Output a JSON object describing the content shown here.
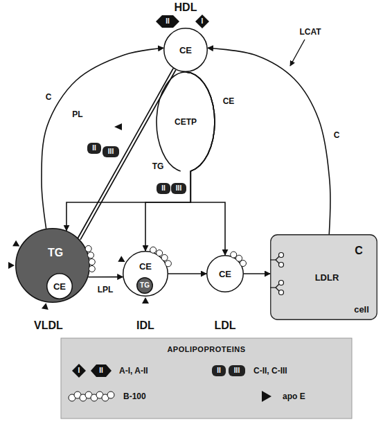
{
  "diagram": {
    "nodes": [
      {
        "text": [
          "HDL",
          "CE"
        ]
      },
      {
        "text": [
          "VLDL",
          "TG"
        ]
      },
      {
        "text": [
          "CE"
        ],
        "in": 1
      },
      {
        "text": [
          "IDL",
          "CE"
        ]
      },
      {
        "text": [
          "TG"
        ],
        "in": 3
      },
      {
        "text": [
          "LDL",
          "CE"
        ]
      },
      {
        "text": [
          "cell",
          "C",
          "LDLR"
        ]
      }
    ],
    "edges": [
      {
        "from": 1,
        "to": 3,
        "label": "LPL",
        "arrow": "to"
      },
      {
        "from": 3,
        "to": 5,
        "arrow": "to"
      },
      {
        "from": 5,
        "to": 6,
        "arrow": "to"
      },
      {
        "from": 6,
        "to": 0,
        "label": "C",
        "arrow": "to"
      },
      {
        "from": 1,
        "to": 0,
        "label": "C",
        "arrow": "to"
      },
      {
        "from": 0,
        "to": 1,
        "arrow": "none"
      },
      {
        "from": 0,
        "to": 1,
        "arrow": "to"
      },
      {
        "from": 0,
        "to": 3,
        "arrow": "to"
      },
      {
        "from": 0,
        "to": 5,
        "arrow": "to"
      }
    ],
    "labels": [
      "II",
      "I",
      "LCAT",
      "PL",
      "II",
      "III",
      "CE",
      "CETP",
      "TG",
      "II",
      "III",
      "APOLIPOPROTEINS",
      "I",
      "II",
      "II",
      "III"
    ],
    "legend": [
      {
        "text": "A-I, A-II"
      },
      {
        "text": "C-II, C-III"
      },
      {
        "text": "B-100"
      },
      {
        "text": "apo E"
      }
    ]
  }
}
